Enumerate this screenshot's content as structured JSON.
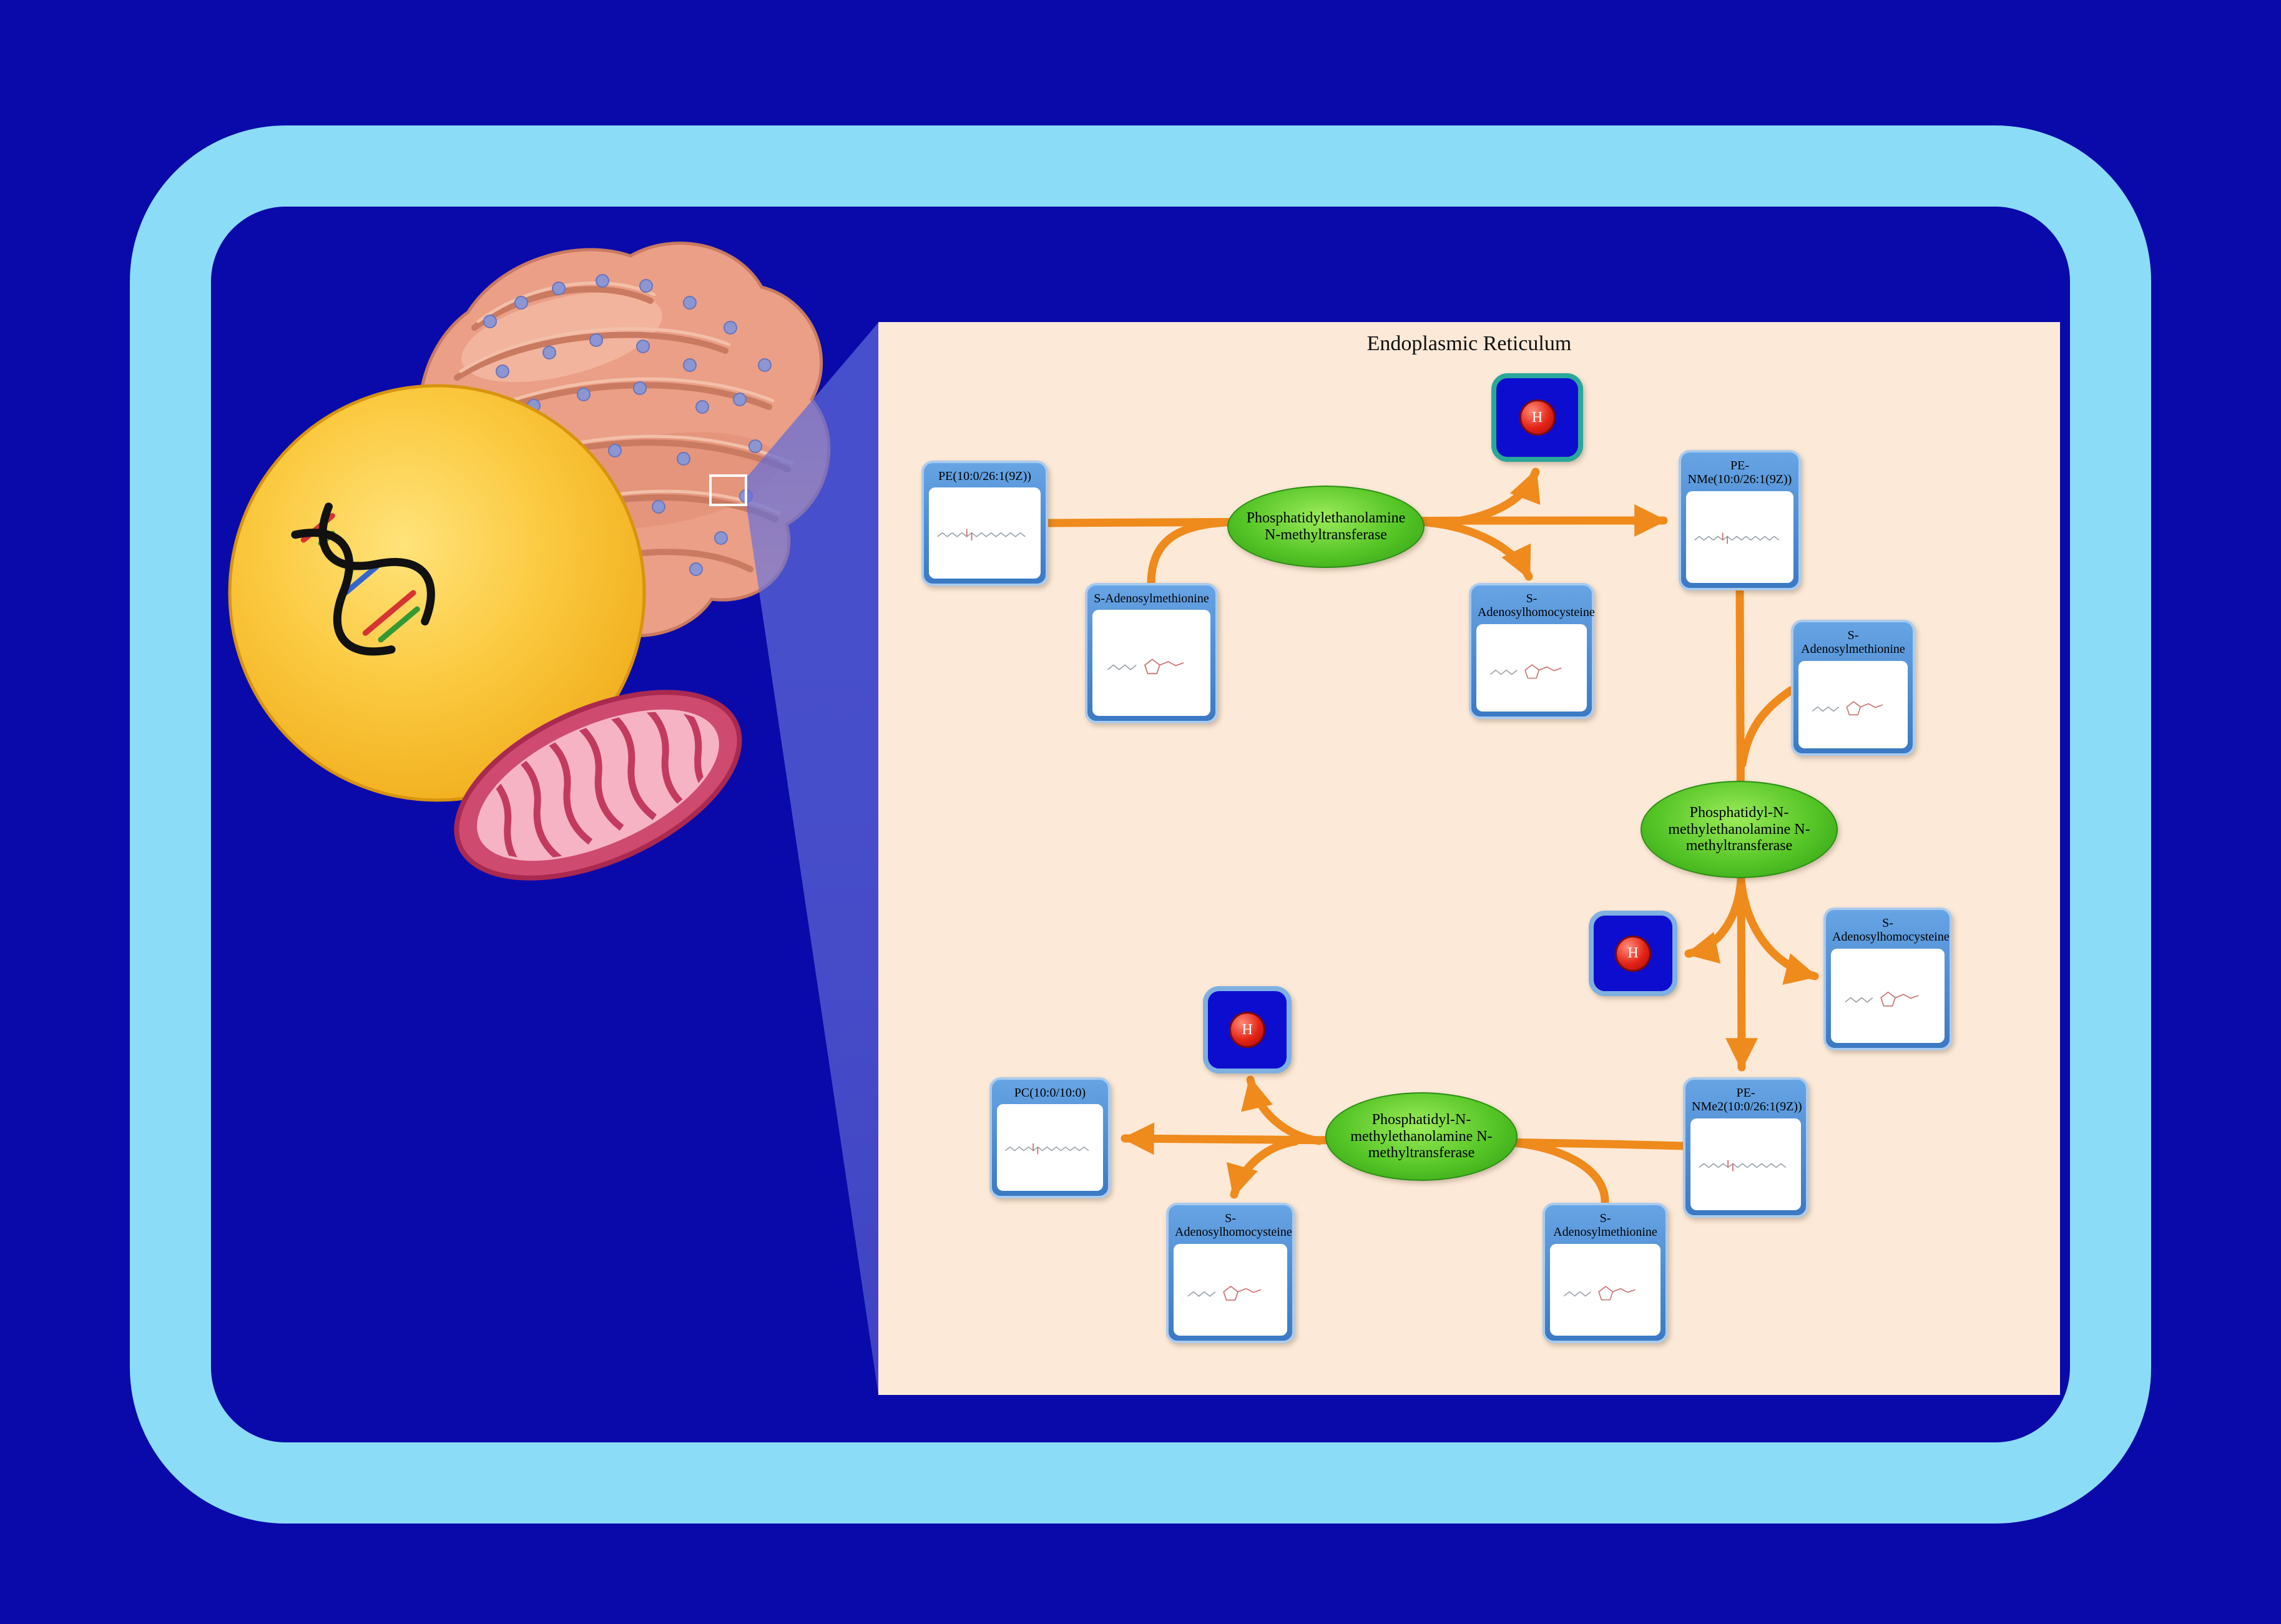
{
  "colors": {
    "background": "#0a0aaa",
    "frame": "#8bdcf6",
    "panel": "#fce9d7",
    "arrow": "#ef8a1c",
    "enzyme_green": "#46b31e",
    "node_blue": "#4886cd",
    "ion_fill": "#0d0dd0",
    "ion_sphere": "#d51212"
  },
  "panel": {
    "title": "Endoplasmic Reticulum"
  },
  "metabolites": {
    "pe": {
      "label": "PE(10:0/26:1(9Z))"
    },
    "sam_top": {
      "label": "S-Adenosylmethionine"
    },
    "sah_top": {
      "label": "S-Adenosylhomocysteine"
    },
    "pe_nme": {
      "label": "PE-NMe(10:0/26:1(9Z))"
    },
    "sam_right": {
      "label": "S-Adenosylmethionine"
    },
    "sah_right": {
      "label": "S-Adenosylhomocysteine"
    },
    "pe_nme2": {
      "label": "PE-NMe2(10:0/26:1(9Z))"
    },
    "pc": {
      "label": "PC(10:0/10:0)"
    },
    "sah_bottom": {
      "label": "S-Adenosylhomocysteine"
    },
    "sam_bottom": {
      "label": "S-Adenosylmethionine"
    }
  },
  "enzymes": {
    "pemt": {
      "label": "Phosphatidylethanolamine N-methyltransferase"
    },
    "pnmt_mid": {
      "label": "Phosphatidyl-N-methylethanolamine N-methyltransferase"
    },
    "pnmt_bottom": {
      "label": "Phosphatidyl-N-methylethanolamine N-methyltransferase"
    }
  },
  "ions": {
    "hydrogen": {
      "label": "H"
    }
  }
}
